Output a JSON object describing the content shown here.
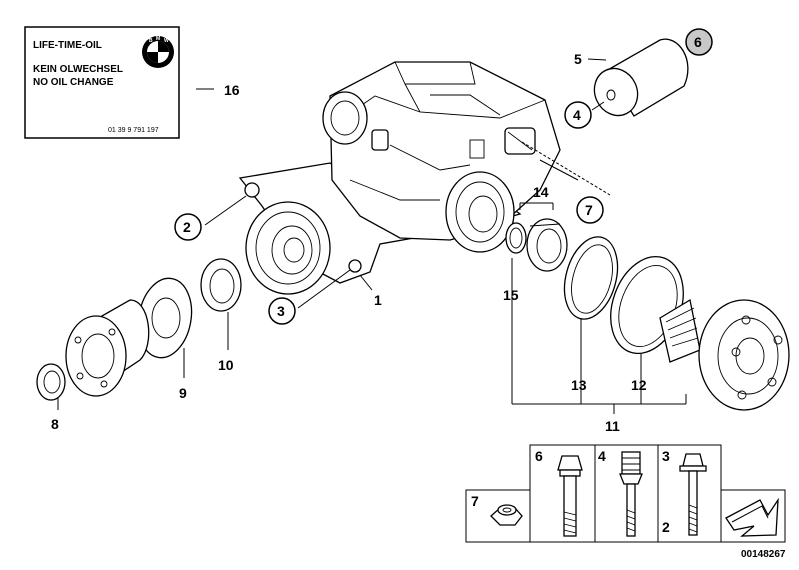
{
  "title": "Rear axle final drive – exploded parts diagram",
  "label_box": {
    "line1": "LIFE-TIME-OIL",
    "line2": "KEIN OLWECHSEL",
    "line3": "NO OIL CHANGE",
    "part_no": "01 39 9 791 197",
    "logo_letters": [
      "B",
      "M",
      "W"
    ]
  },
  "callouts": {
    "c1": "1",
    "c2": "2",
    "c3": "3",
    "c4": "4",
    "c5": "5",
    "c6": "6",
    "c7": "7",
    "c8": "8",
    "c9": "9",
    "c10": "10",
    "c11": "11",
    "c12": "12",
    "c13": "13",
    "c14": "14",
    "c15": "15",
    "c16": "16"
  },
  "fastener_panel": {
    "cell_7": "7",
    "cell_6": "6",
    "cell_4": "4",
    "cell_3": "3",
    "cell_2": "2"
  },
  "doc_number": "00148267",
  "colors": {
    "line": "#000000",
    "background": "#ffffff",
    "highlight_circle": "#c8c8c8",
    "label_box": "#ffffff"
  }
}
